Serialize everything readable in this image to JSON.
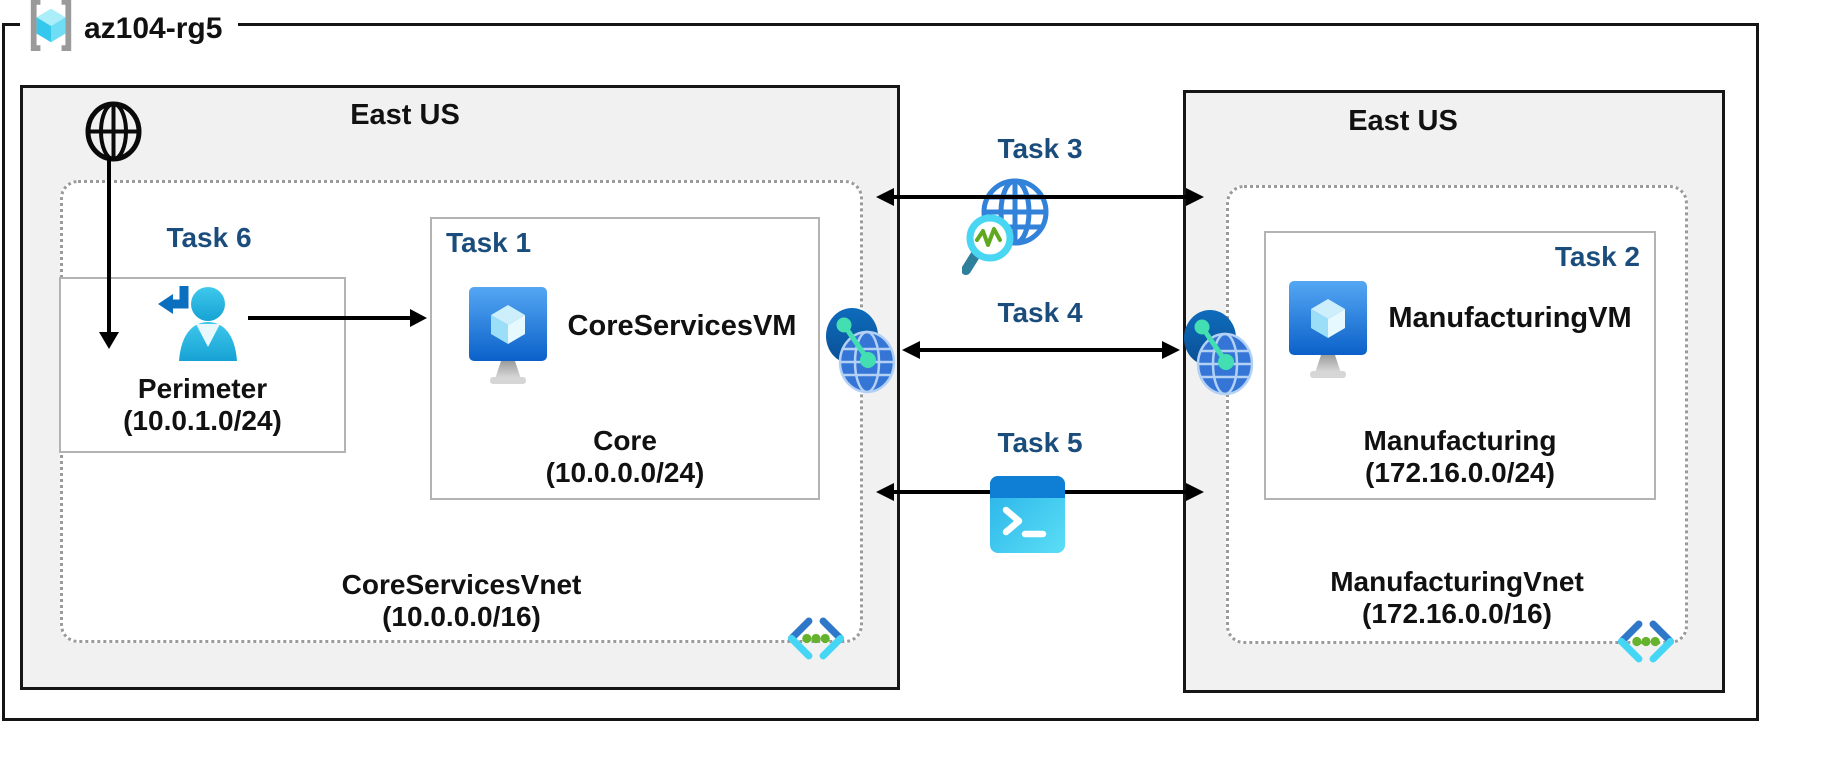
{
  "resource_group": {
    "label": "az104-rg5"
  },
  "left_region": {
    "title": "East US",
    "task6_label": "Task 6",
    "perimeter": {
      "name": "Perimeter",
      "cidr": "(10.0.1.0/24)"
    },
    "task1_label": "Task 1",
    "vm_name": "CoreServicesVM",
    "subnet": {
      "name": "Core",
      "cidr": "(10.0.0.0/24)"
    },
    "vnet": {
      "name": "CoreServicesVnet",
      "cidr": "(10.0.0.0/16)"
    }
  },
  "right_region": {
    "title": "East US",
    "task2_label": "Task 2",
    "vm_name": "ManufacturingVM",
    "subnet": {
      "name": "Manufacturing",
      "cidr": "(172.16.0.0/24)"
    },
    "vnet": {
      "name": "ManufacturingVnet",
      "cidr": "(172.16.0.0/16)"
    }
  },
  "connections": {
    "task3_label": "Task 3",
    "task4_label": "Task 4",
    "task5_label": "Task 5"
  },
  "icons": {
    "resource_group": "resource-group-icon",
    "internet": "internet-globe-icon",
    "sign_in": "sign-in-user-icon",
    "virtual_machine": "virtual-machine-icon",
    "vnet": "virtual-network-icon",
    "peering": "vnet-peering-icon",
    "network_watcher": "network-watcher-icon",
    "cloud_shell": "cloud-shell-icon"
  },
  "colors": {
    "task_label": "#1b4d7c",
    "region_fill": "#f1f1f1",
    "region_border": "#161616",
    "box_border": "#b3b3b3",
    "dotted_border": "#9b9b9b",
    "arrow": "#000000",
    "azure_blue": "#0d64cf",
    "light_cyan": "#45d5f5",
    "mint": "#43dfb2",
    "dot_green": "#65b22e"
  }
}
